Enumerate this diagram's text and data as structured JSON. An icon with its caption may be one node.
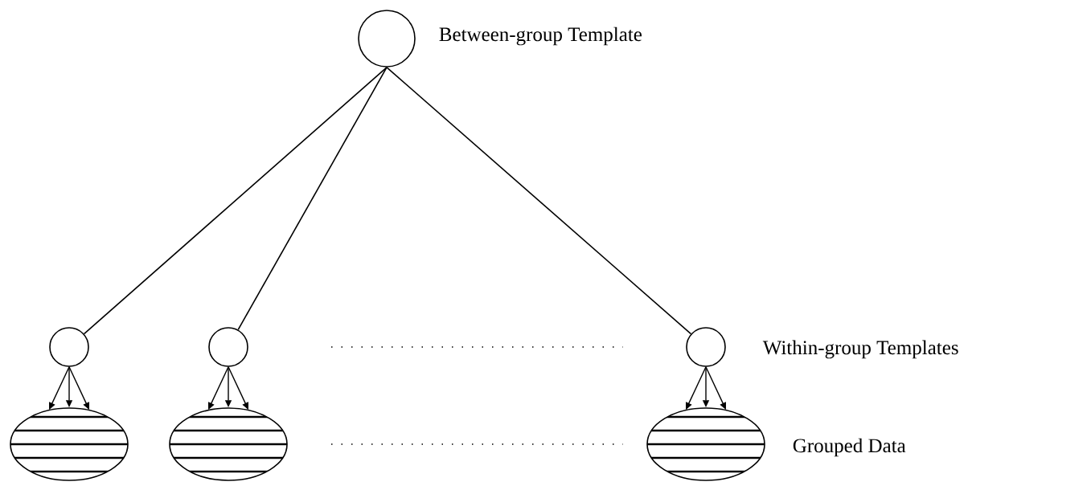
{
  "diagram": {
    "nodes": [
      {
        "text": [],
        "shape": "circle"
      },
      {
        "text": [],
        "shape": "circle"
      },
      {
        "text": [],
        "shape": "circle"
      },
      {
        "text": [],
        "shape": "circle"
      },
      {
        "text": [],
        "shape": "ellipse"
      },
      {
        "text": [],
        "shape": "ellipse"
      },
      {
        "text": [],
        "shape": "ellipse"
      }
    ],
    "edges": [
      {
        "from": 0,
        "to": 1,
        "arrow": "none"
      },
      {
        "from": 0,
        "to": 2,
        "arrow": "none"
      },
      {
        "from": 0,
        "to": 3,
        "arrow": "none"
      },
      {
        "from": 1,
        "to": 4,
        "arrow": "to"
      },
      {
        "from": 1,
        "to": 4,
        "arrow": "to"
      },
      {
        "from": 1,
        "to": 4,
        "arrow": "to"
      },
      {
        "from": 2,
        "to": 5,
        "arrow": "to"
      },
      {
        "from": 2,
        "to": 5,
        "arrow": "to"
      },
      {
        "from": 2,
        "to": 5,
        "arrow": "to"
      },
      {
        "from": 3,
        "to": 6,
        "arrow": "to"
      },
      {
        "from": 3,
        "to": 6,
        "arrow": "to"
      },
      {
        "from": 3,
        "to": 6,
        "arrow": "to"
      }
    ],
    "labels": [
      "Between-group Template",
      "Within-group Templates",
      "Grouped Data"
    ]
  }
}
